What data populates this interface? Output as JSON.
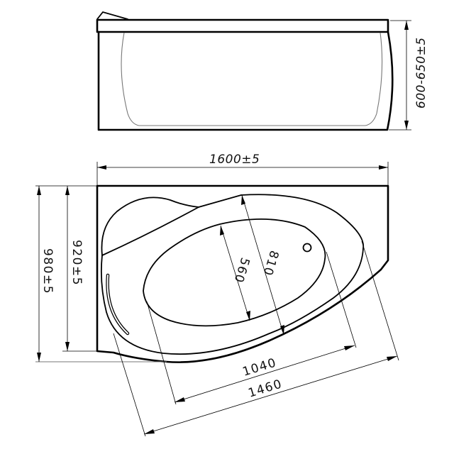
{
  "drawing": {
    "subject": "Corner bathtub technical drawing",
    "views": [
      "side-elevation",
      "plan-view"
    ]
  },
  "elevation": {
    "height_dimension": "600-650±5"
  },
  "plan": {
    "overall_width": "1600±5",
    "overall_depth_outer": "980±5",
    "overall_depth_inner": "920±5",
    "bowl_inner_width": "560",
    "bowl_outer_width": "810",
    "bowl_inner_length": "1040",
    "bowl_outer_length": "1460"
  },
  "colors": {
    "line": "#000000",
    "hidden_line": "#777777",
    "background": "#ffffff"
  }
}
